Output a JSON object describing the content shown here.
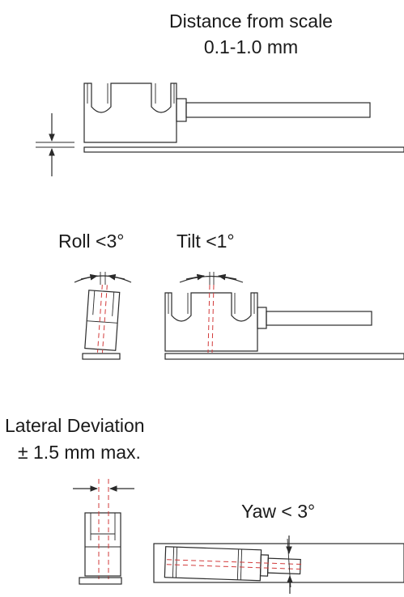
{
  "labels": {
    "distance_line1": "Distance from scale",
    "distance_line2": "0.1-1.0 mm",
    "roll": "Roll <3°",
    "tilt": "Tilt <1°",
    "lateral_line1": "Lateral Deviation",
    "lateral_line2": "± 1.5 mm max.",
    "yaw": "Yaw < 3°"
  },
  "colors": {
    "outline": "#2a2a2a",
    "centerline": "#d23a3a",
    "text": "#1a1a1a"
  }
}
